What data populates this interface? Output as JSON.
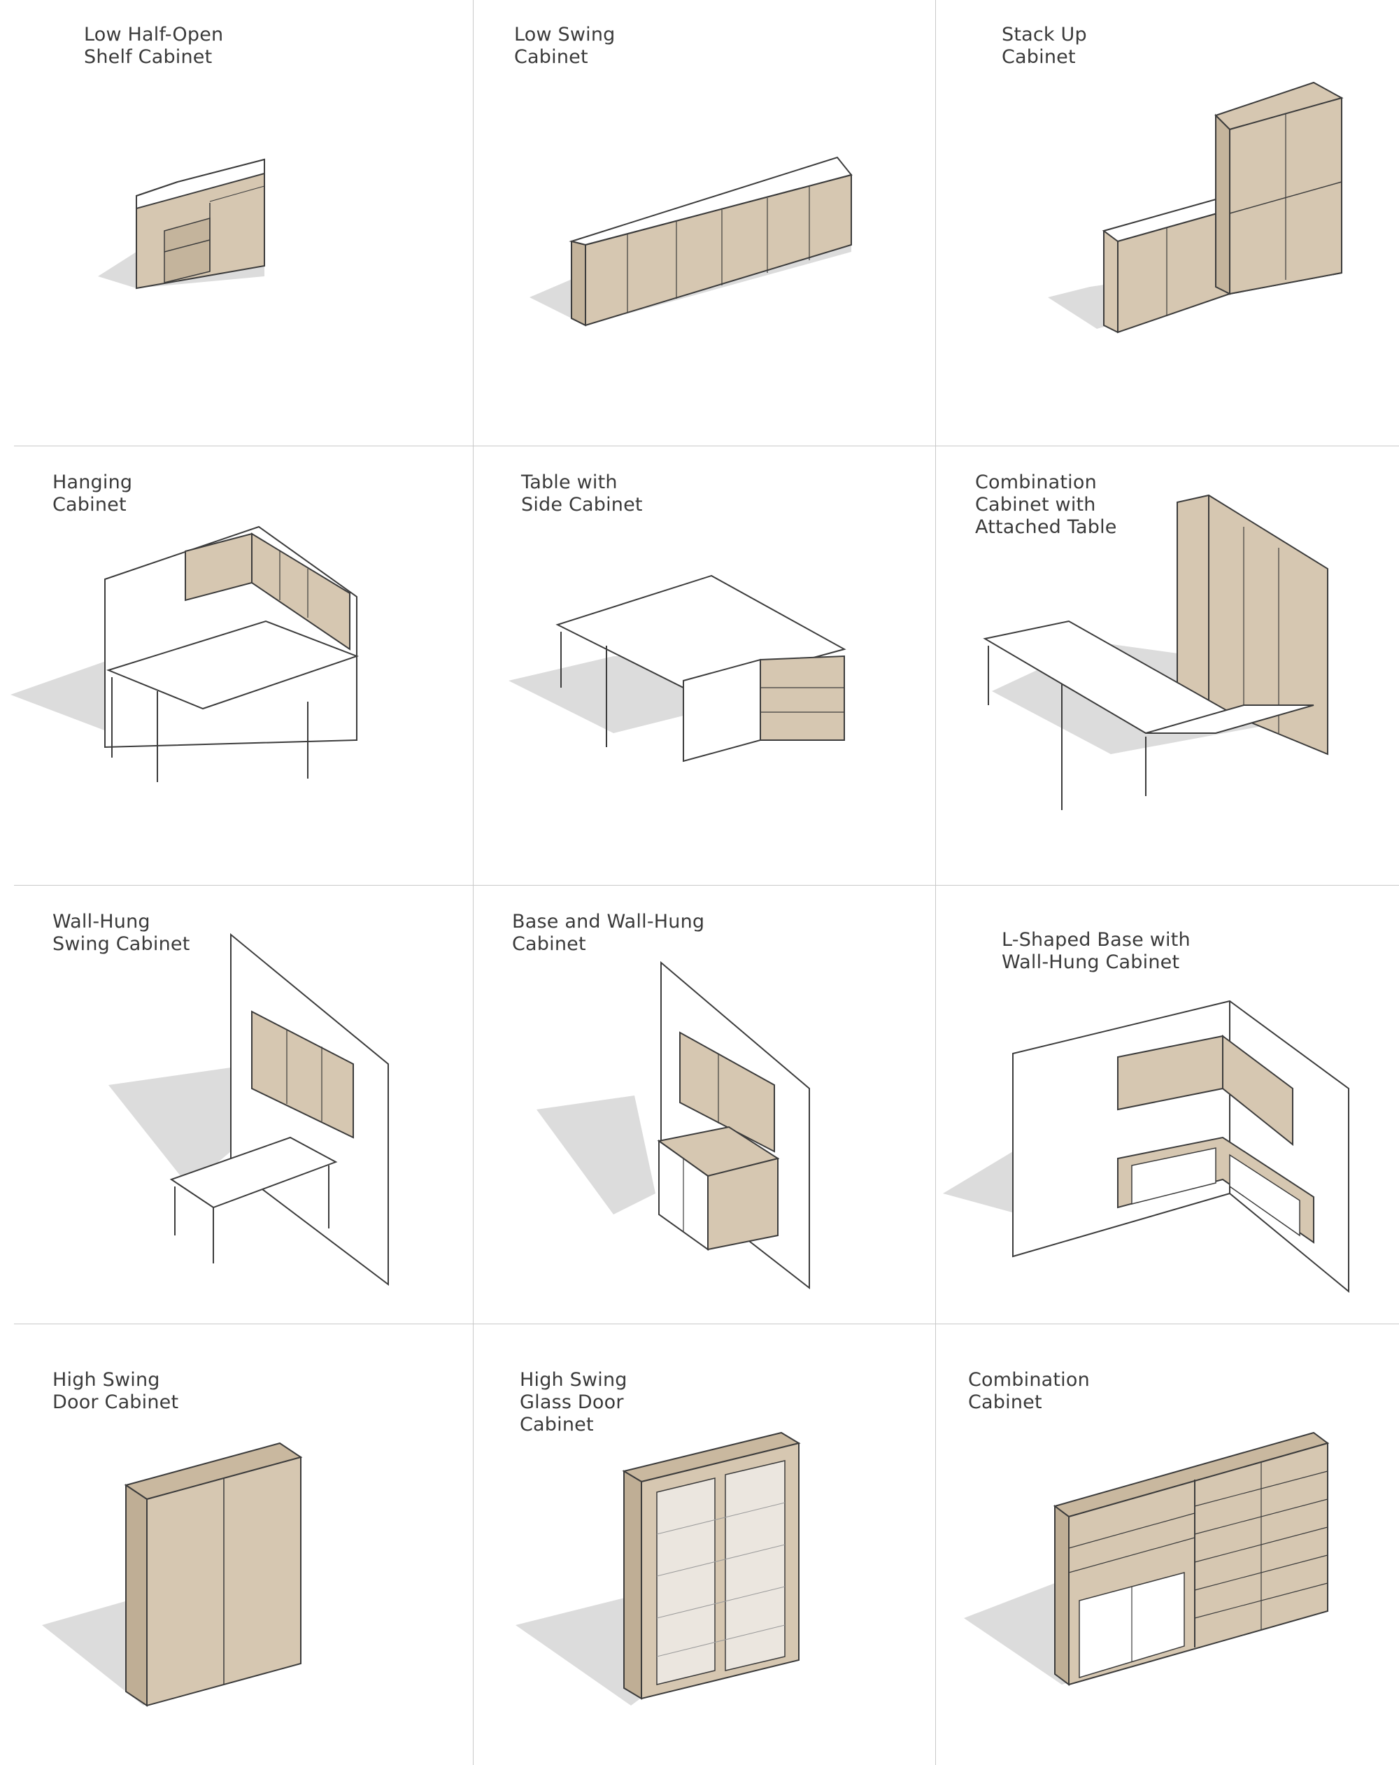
{
  "palette": {
    "wood": "#d6c7b1",
    "wood_dark": "#bfae95",
    "wood_side": "#c9b89f",
    "white": "#ffffff",
    "outline": "#3c3c3c",
    "shadow": "#dadada",
    "grid": "#c9c9c9"
  },
  "cells": [
    {
      "title_lines": [
        "Low Half-Open",
        "Shelf Cabinet"
      ],
      "illustration": "low-half-open-shelf-cabinet-icon"
    },
    {
      "title_lines": [
        "Low Swing",
        "Cabinet"
      ],
      "illustration": "low-swing-cabinet-icon"
    },
    {
      "title_lines": [
        "Stack Up",
        "Cabinet"
      ],
      "illustration": "stack-up-cabinet-icon"
    },
    {
      "title_lines": [
        "Hanging",
        "Cabinet"
      ],
      "illustration": "hanging-cabinet-icon"
    },
    {
      "title_lines": [
        "Table with",
        "Side Cabinet"
      ],
      "illustration": "table-side-cabinet-icon"
    },
    {
      "title_lines": [
        "Combination",
        "Cabinet with",
        "Attached Table"
      ],
      "illustration": "combination-cabinet-table-icon"
    },
    {
      "title_lines": [
        "Wall-Hung",
        "Swing Cabinet"
      ],
      "illustration": "wall-hung-swing-cabinet-icon"
    },
    {
      "title_lines": [
        "Base and Wall-Hung",
        "Cabinet"
      ],
      "illustration": "base-wall-hung-cabinet-icon"
    },
    {
      "title_lines": [
        "L-Shaped Base with",
        "Wall-Hung Cabinet"
      ],
      "illustration": "l-shaped-base-wall-hung-icon"
    },
    {
      "title_lines": [
        "High Swing",
        "Door Cabinet"
      ],
      "illustration": "high-swing-door-cabinet-icon"
    },
    {
      "title_lines": [
        "High Swing",
        "Glass Door",
        "Cabinet"
      ],
      "illustration": "high-swing-glass-door-cabinet-icon"
    },
    {
      "title_lines": [
        "Combination",
        "Cabinet"
      ],
      "illustration": "combination-cabinet-icon"
    }
  ]
}
